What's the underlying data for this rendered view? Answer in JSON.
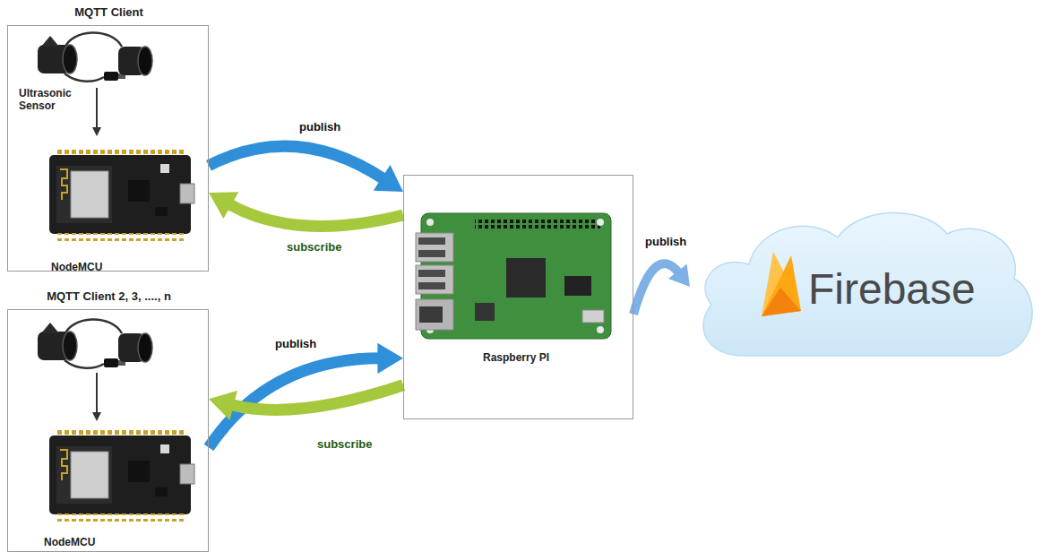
{
  "diagram": {
    "nodes": [
      {
        "text": [
          "MQTT Client",
          "Ultrasonic Sensor",
          "NodeMCU"
        ]
      },
      {
        "text": [
          "MQTT Client 2, 3, ...., n",
          "NodeMCU"
        ]
      },
      {
        "text": [
          "Raspberry PI"
        ]
      },
      {
        "text": [
          "Firebase"
        ]
      }
    ],
    "edges": [
      {
        "from": 0,
        "to": 2,
        "label": "publish",
        "arrow": "to"
      },
      {
        "from": 2,
        "to": 0,
        "label": "subscribe",
        "arrow": "to"
      },
      {
        "from": 1,
        "to": 2,
        "label": "publish",
        "arrow": "to"
      },
      {
        "from": 2,
        "to": 1,
        "label": "subscribe",
        "arrow": "to"
      },
      {
        "from": 2,
        "to": 3,
        "label": "publish",
        "arrow": "to"
      }
    ]
  }
}
